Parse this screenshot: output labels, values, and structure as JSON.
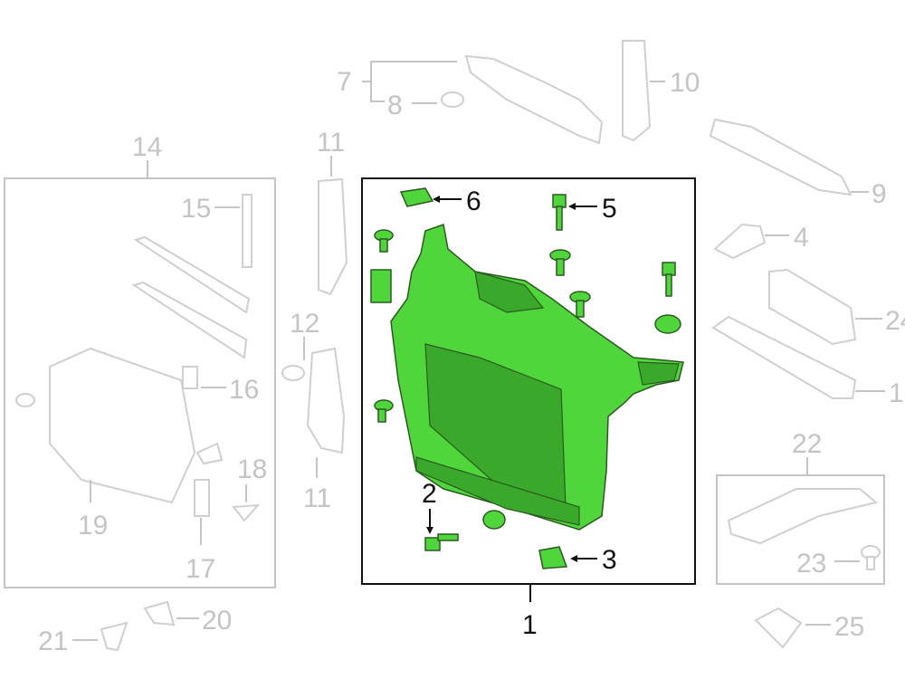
{
  "diagram": {
    "callouts": {
      "c1": "1",
      "c2": "2",
      "c3": "3",
      "c4": "4",
      "c5": "5",
      "c6": "6",
      "c7": "7",
      "c8": "8",
      "c9": "9",
      "c10": "10",
      "c11a": "11",
      "c11b": "11",
      "c12": "12",
      "c14": "14",
      "c15": "15",
      "c16": "16",
      "c17": "17",
      "c18": "18",
      "c19": "19",
      "c20": "20",
      "c21": "21",
      "c22": "22",
      "c23": "23",
      "c24": "24",
      "c13": "1",
      "c25": "25"
    },
    "colors": {
      "highlight": "#4fd63a",
      "outline": "#c4c4c4",
      "frame": "#111111"
    }
  }
}
